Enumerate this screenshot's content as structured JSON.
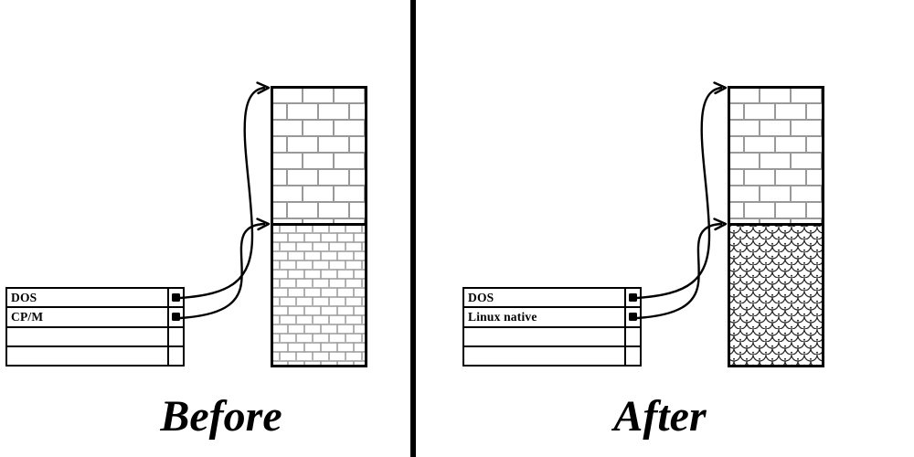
{
  "panels": [
    {
      "caption": "Before",
      "partition_table": {
        "rows": [
          {
            "label": "DOS",
            "has_anchor": true
          },
          {
            "label": "CP/M",
            "has_anchor": true
          },
          {
            "label": "",
            "has_anchor": false
          },
          {
            "label": "",
            "has_anchor": false
          }
        ]
      },
      "disk": {
        "top_section_pattern": "brick",
        "bottom_section_pattern": "small-brick"
      }
    },
    {
      "caption": "After",
      "partition_table": {
        "rows": [
          {
            "label": "DOS",
            "has_anchor": true
          },
          {
            "label": "Linux native",
            "has_anchor": true
          },
          {
            "label": "",
            "has_anchor": false
          },
          {
            "label": "",
            "has_anchor": false
          }
        ]
      },
      "disk": {
        "top_section_pattern": "brick",
        "bottom_section_pattern": "fish-scale"
      }
    }
  ],
  "colors": {
    "line": "#000000",
    "brick_mortar": "#999999",
    "scale_line": "#222222",
    "background": "#ffffff"
  }
}
